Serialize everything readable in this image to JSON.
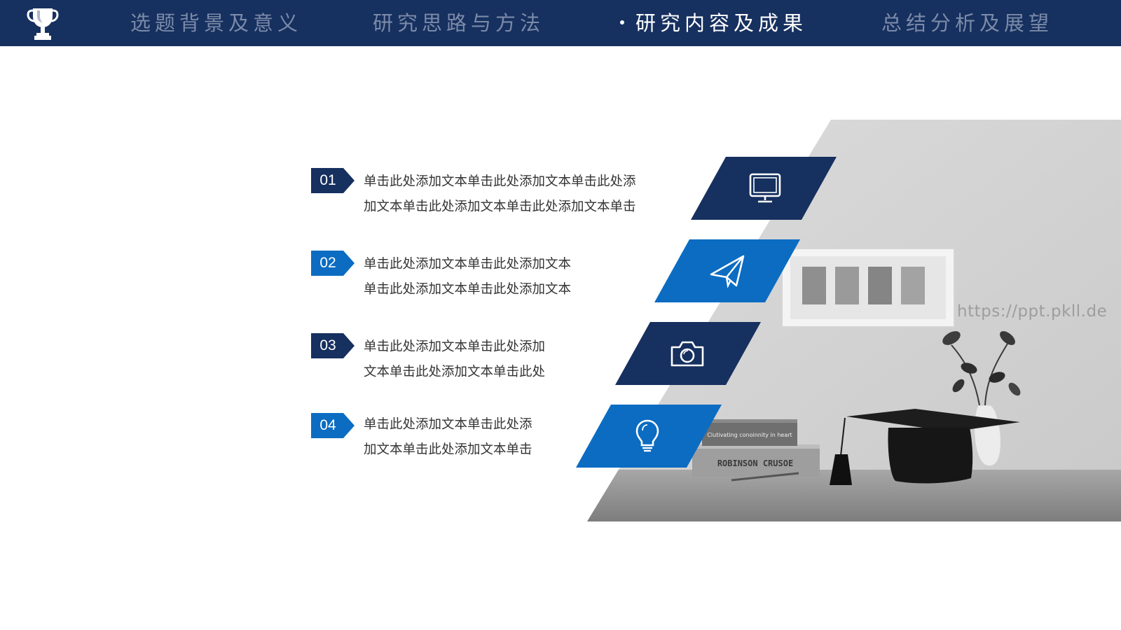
{
  "nav": {
    "items": [
      {
        "label": "选题背景及意义"
      },
      {
        "label": "研究思路与方法"
      },
      {
        "label": "研究内容及成果"
      },
      {
        "label": "总结分析及展望"
      }
    ],
    "active_index": 2
  },
  "list": [
    {
      "number": "01",
      "line1": "单击此处添加文本单击此处添加文本单击此处添",
      "line2": "加文本单击此处添加文本单击此处添加文本单击",
      "icon": "monitor-icon"
    },
    {
      "number": "02",
      "line1": "单击此处添加文本单击此处添加文本",
      "line2": "单击此处添加文本单击此处添加文本",
      "icon": "paper-plane-icon"
    },
    {
      "number": "03",
      "line1": "单击此处添加文本单击此处添加",
      "line2": "文本单击此处添加文本单击此处",
      "icon": "camera-icon"
    },
    {
      "number": "04",
      "line1": "单击此处添加文本单击此处添",
      "line2": "加文本单击此处添加文本单击",
      "icon": "lightbulb-icon"
    }
  ],
  "photo": {
    "book_top_title": "Clutivating conoinnity in heart",
    "book_bottom_title": "ROBINSON CRUSOE",
    "watermark": "https://ppt.pkll.de"
  },
  "colors": {
    "navy": "#16305f",
    "blue": "#0b6cc2",
    "tag_navy": "#16305f",
    "tag_blue": "#0b6cc2"
  }
}
